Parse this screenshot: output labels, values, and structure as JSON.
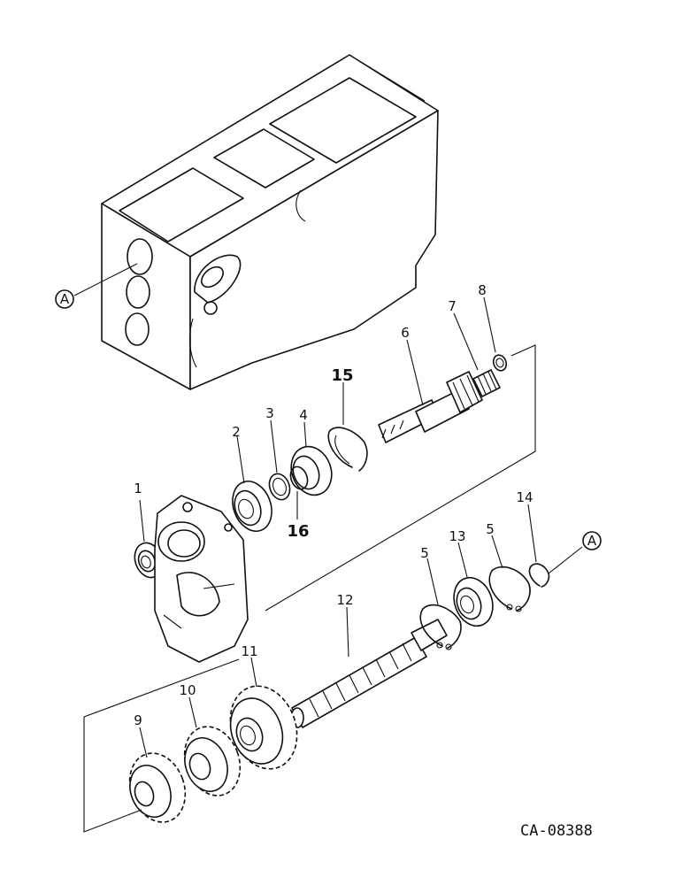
{
  "diagram": {
    "callouts": [
      {
        "id": "c1",
        "text": "1"
      },
      {
        "id": "c2",
        "text": "2"
      },
      {
        "id": "c3",
        "text": "3"
      },
      {
        "id": "c4",
        "text": "4"
      },
      {
        "id": "c5a",
        "text": "5"
      },
      {
        "id": "c5b",
        "text": "5"
      },
      {
        "id": "c6",
        "text": "6"
      },
      {
        "id": "c7",
        "text": "7"
      },
      {
        "id": "c8",
        "text": "8"
      },
      {
        "id": "c9",
        "text": "9"
      },
      {
        "id": "c10",
        "text": "10"
      },
      {
        "id": "c11",
        "text": "11"
      },
      {
        "id": "c12",
        "text": "12"
      },
      {
        "id": "c13",
        "text": "13"
      },
      {
        "id": "c14",
        "text": "14"
      },
      {
        "id": "c15",
        "text": "15"
      },
      {
        "id": "c16",
        "text": "16"
      }
    ],
    "reference_markers": [
      {
        "id": "ref-left",
        "text": "A"
      },
      {
        "id": "ref-right",
        "text": "A"
      }
    ],
    "drawing_code": "CA-08388"
  }
}
